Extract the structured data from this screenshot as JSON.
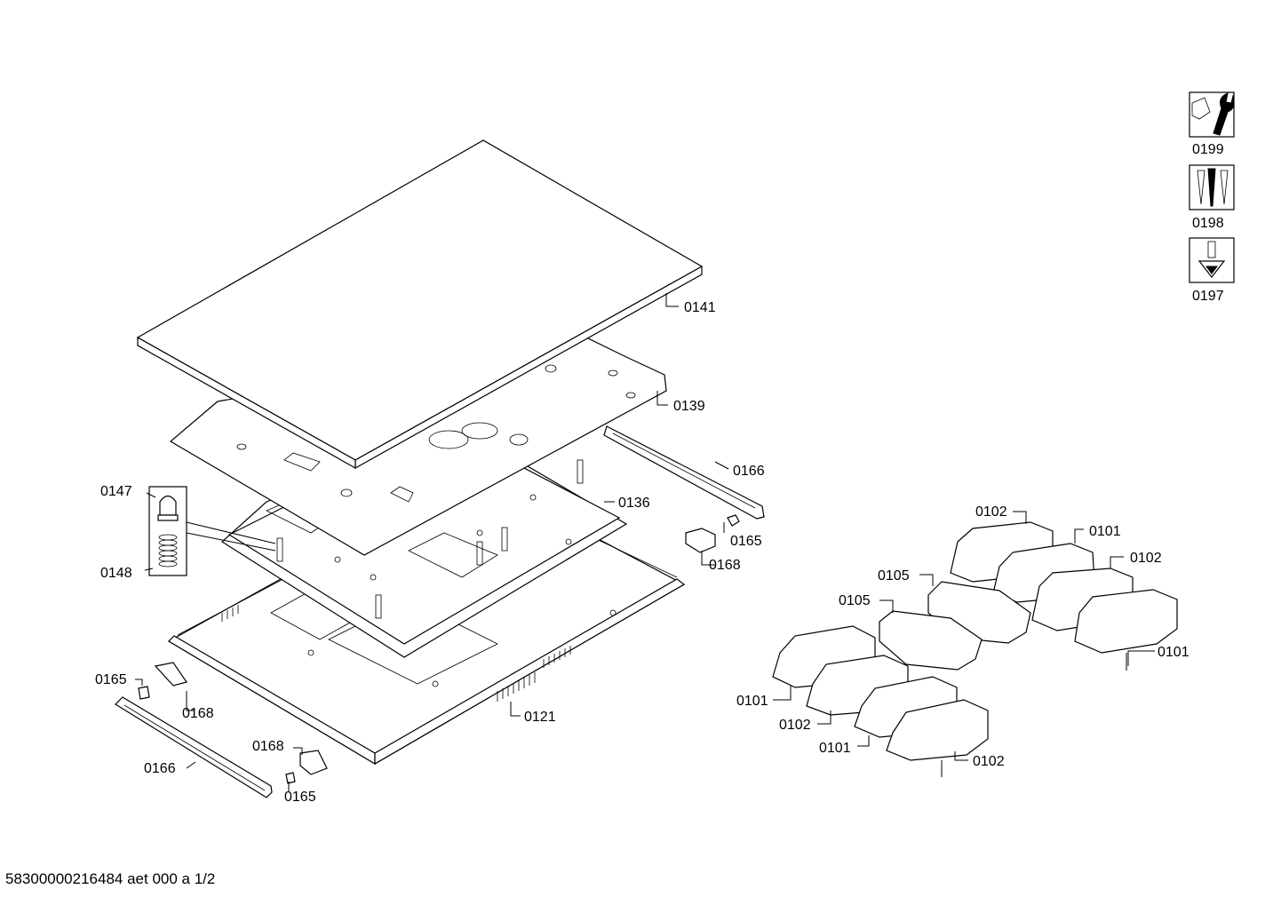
{
  "callouts": {
    "c0141": "0141",
    "c0139": "0139",
    "c0166_right": "0166",
    "c0136": "0136",
    "c0147": "0147",
    "c0148": "0148",
    "c0165_right": "0165",
    "c0168_right": "0168",
    "c0165_left": "0165",
    "c0168_left": "0168",
    "c0121": "0121",
    "c0166_left": "0166",
    "c0168_bottom": "0168",
    "c0165_bottom": "0165",
    "c0102_a": "0102",
    "c0101_a": "0101",
    "c0105_a": "0105",
    "c0102_b": "0102",
    "c0105_b": "0105",
    "c0101_b": "0101",
    "c0101_c": "0101",
    "c0102_c": "0102",
    "c0101_d": "0101",
    "c0102_d": "0102"
  },
  "legend": [
    {
      "code": "0199",
      "icon": "wrench-nut-icon"
    },
    {
      "code": "0198",
      "icon": "screws-icon"
    },
    {
      "code": "0197",
      "icon": "screw-icon"
    }
  ],
  "footer": "58300000216484 aet 000 a 1/2"
}
